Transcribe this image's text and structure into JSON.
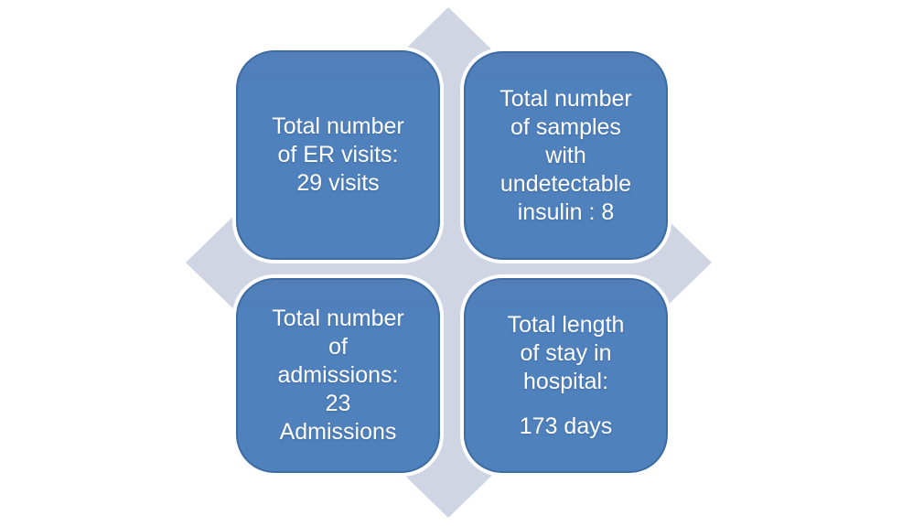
{
  "diagram": {
    "type": "smartart-matrix-2x2",
    "boxes": [
      {
        "lines": [
          "Total number",
          "of ER visits:",
          "29 visits"
        ]
      },
      {
        "lines": [
          "Total number",
          "of samples",
          "with",
          "undetectable",
          "insulin : 8"
        ]
      },
      {
        "lines": [
          "Total number",
          "of",
          "admissions:",
          "23",
          "Admissions"
        ]
      },
      {
        "lines": [
          "Total length",
          "of stay in",
          "hospital:",
          "173 days"
        ]
      }
    ]
  },
  "colors": {
    "box_fill": "#4f81bd",
    "box_border": "#3d6ba3",
    "box_ring": "#ffffff",
    "diamond_fill": "#cfd5e3",
    "text_color": "#ffffff",
    "page_bg": "#ffffff"
  }
}
